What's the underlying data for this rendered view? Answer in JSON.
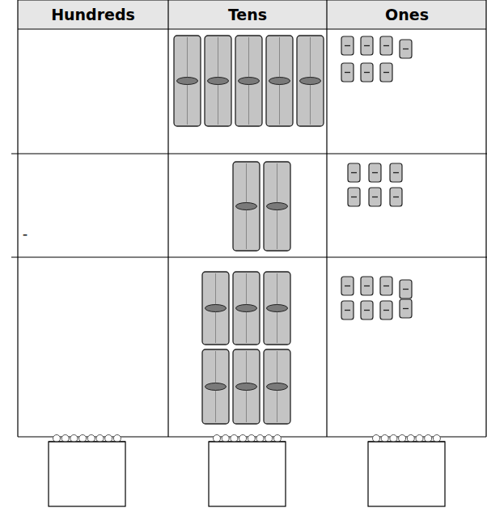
{
  "diagram": {
    "labels": [
      "Hundreds",
      "Tens",
      "Ones",
      "-"
    ]
  }
}
